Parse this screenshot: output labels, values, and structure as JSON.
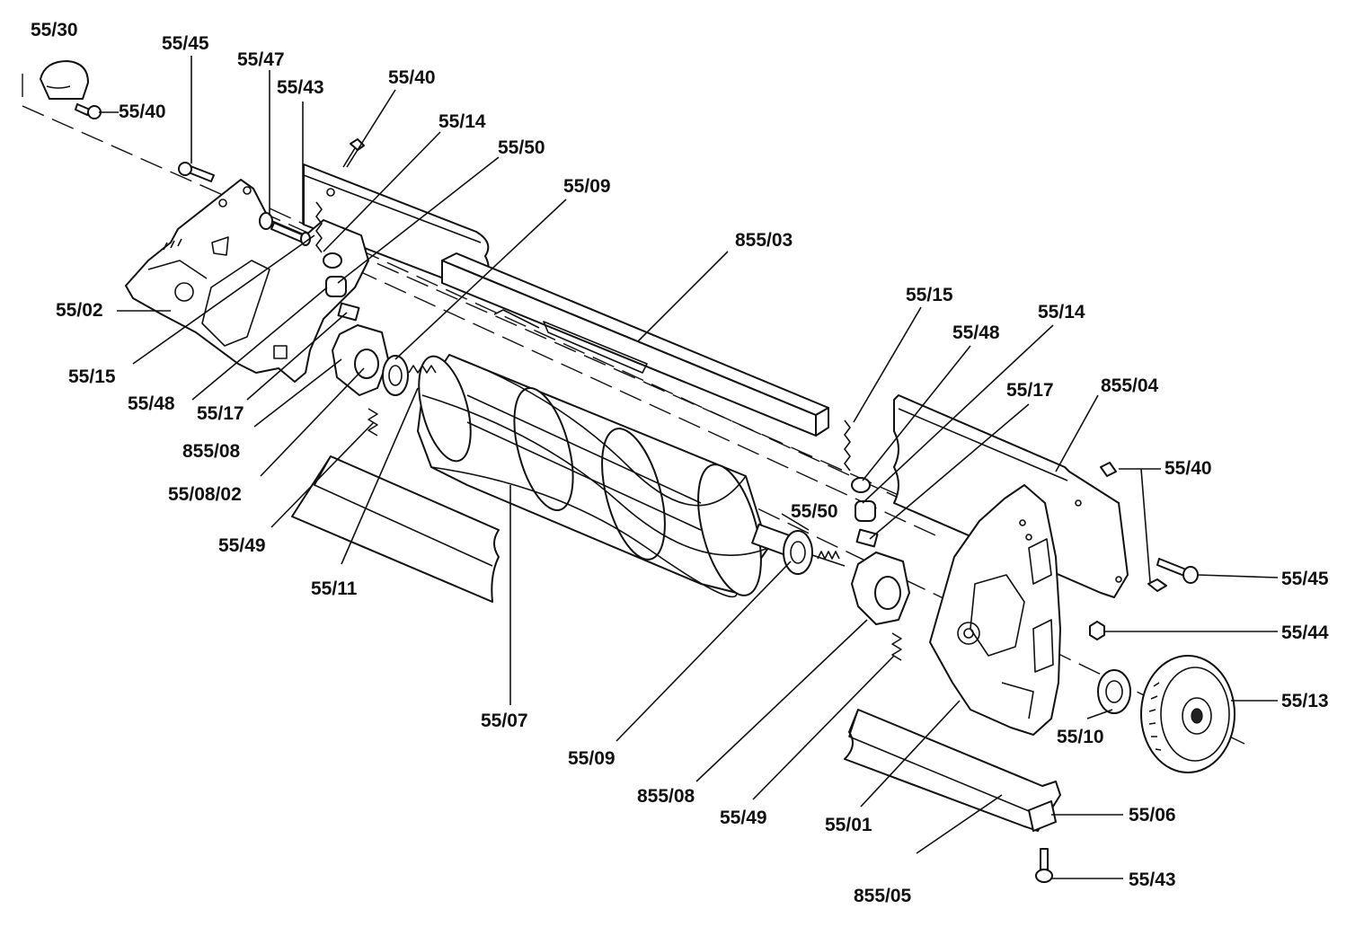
{
  "labels": [
    {
      "id": "55-30-top",
      "text": "55/30"
    },
    {
      "id": "55-45-top",
      "text": "55/45"
    },
    {
      "id": "55-47",
      "text": "55/47"
    },
    {
      "id": "55-43-top",
      "text": "55/43"
    },
    {
      "id": "55-40-top",
      "text": "55/40"
    },
    {
      "id": "55-40-left",
      "text": "55/40"
    },
    {
      "id": "55-14-left",
      "text": "55/14"
    },
    {
      "id": "55-50-left",
      "text": "55/50"
    },
    {
      "id": "55-09-top",
      "text": "55/09"
    },
    {
      "id": "855-03",
      "text": "855/03"
    },
    {
      "id": "55-02",
      "text": "55/02"
    },
    {
      "id": "55-15-left",
      "text": "55/15"
    },
    {
      "id": "55-48-left",
      "text": "55/48"
    },
    {
      "id": "55-17-left",
      "text": "55/17"
    },
    {
      "id": "855-08-left",
      "text": "855/08"
    },
    {
      "id": "55-08-02",
      "text": "55/08/02"
    },
    {
      "id": "55-49-left",
      "text": "55/49"
    },
    {
      "id": "55-11",
      "text": "55/11"
    },
    {
      "id": "55-07",
      "text": "55/07"
    },
    {
      "id": "55-09-bottom",
      "text": "55/09"
    },
    {
      "id": "855-08-bottom",
      "text": "855/08"
    },
    {
      "id": "55-49-bottom",
      "text": "55/49"
    },
    {
      "id": "55-01",
      "text": "55/01"
    },
    {
      "id": "855-05",
      "text": "855/05"
    },
    {
      "id": "55-15-right",
      "text": "55/15"
    },
    {
      "id": "55-48-right",
      "text": "55/48"
    },
    {
      "id": "55-14-right",
      "text": "55/14"
    },
    {
      "id": "55-17-right",
      "text": "55/17"
    },
    {
      "id": "855-04",
      "text": "855/04"
    },
    {
      "id": "55-50-right",
      "text": "55/50"
    },
    {
      "id": "55-40-right",
      "text": "55/40"
    },
    {
      "id": "55-45-right",
      "text": "55/45"
    },
    {
      "id": "55-44",
      "text": "55/44"
    },
    {
      "id": "55-13",
      "text": "55/13"
    },
    {
      "id": "55-10",
      "text": "55/10"
    },
    {
      "id": "55-06",
      "text": "55/06"
    },
    {
      "id": "55-43-bottom",
      "text": "55/43"
    }
  ]
}
